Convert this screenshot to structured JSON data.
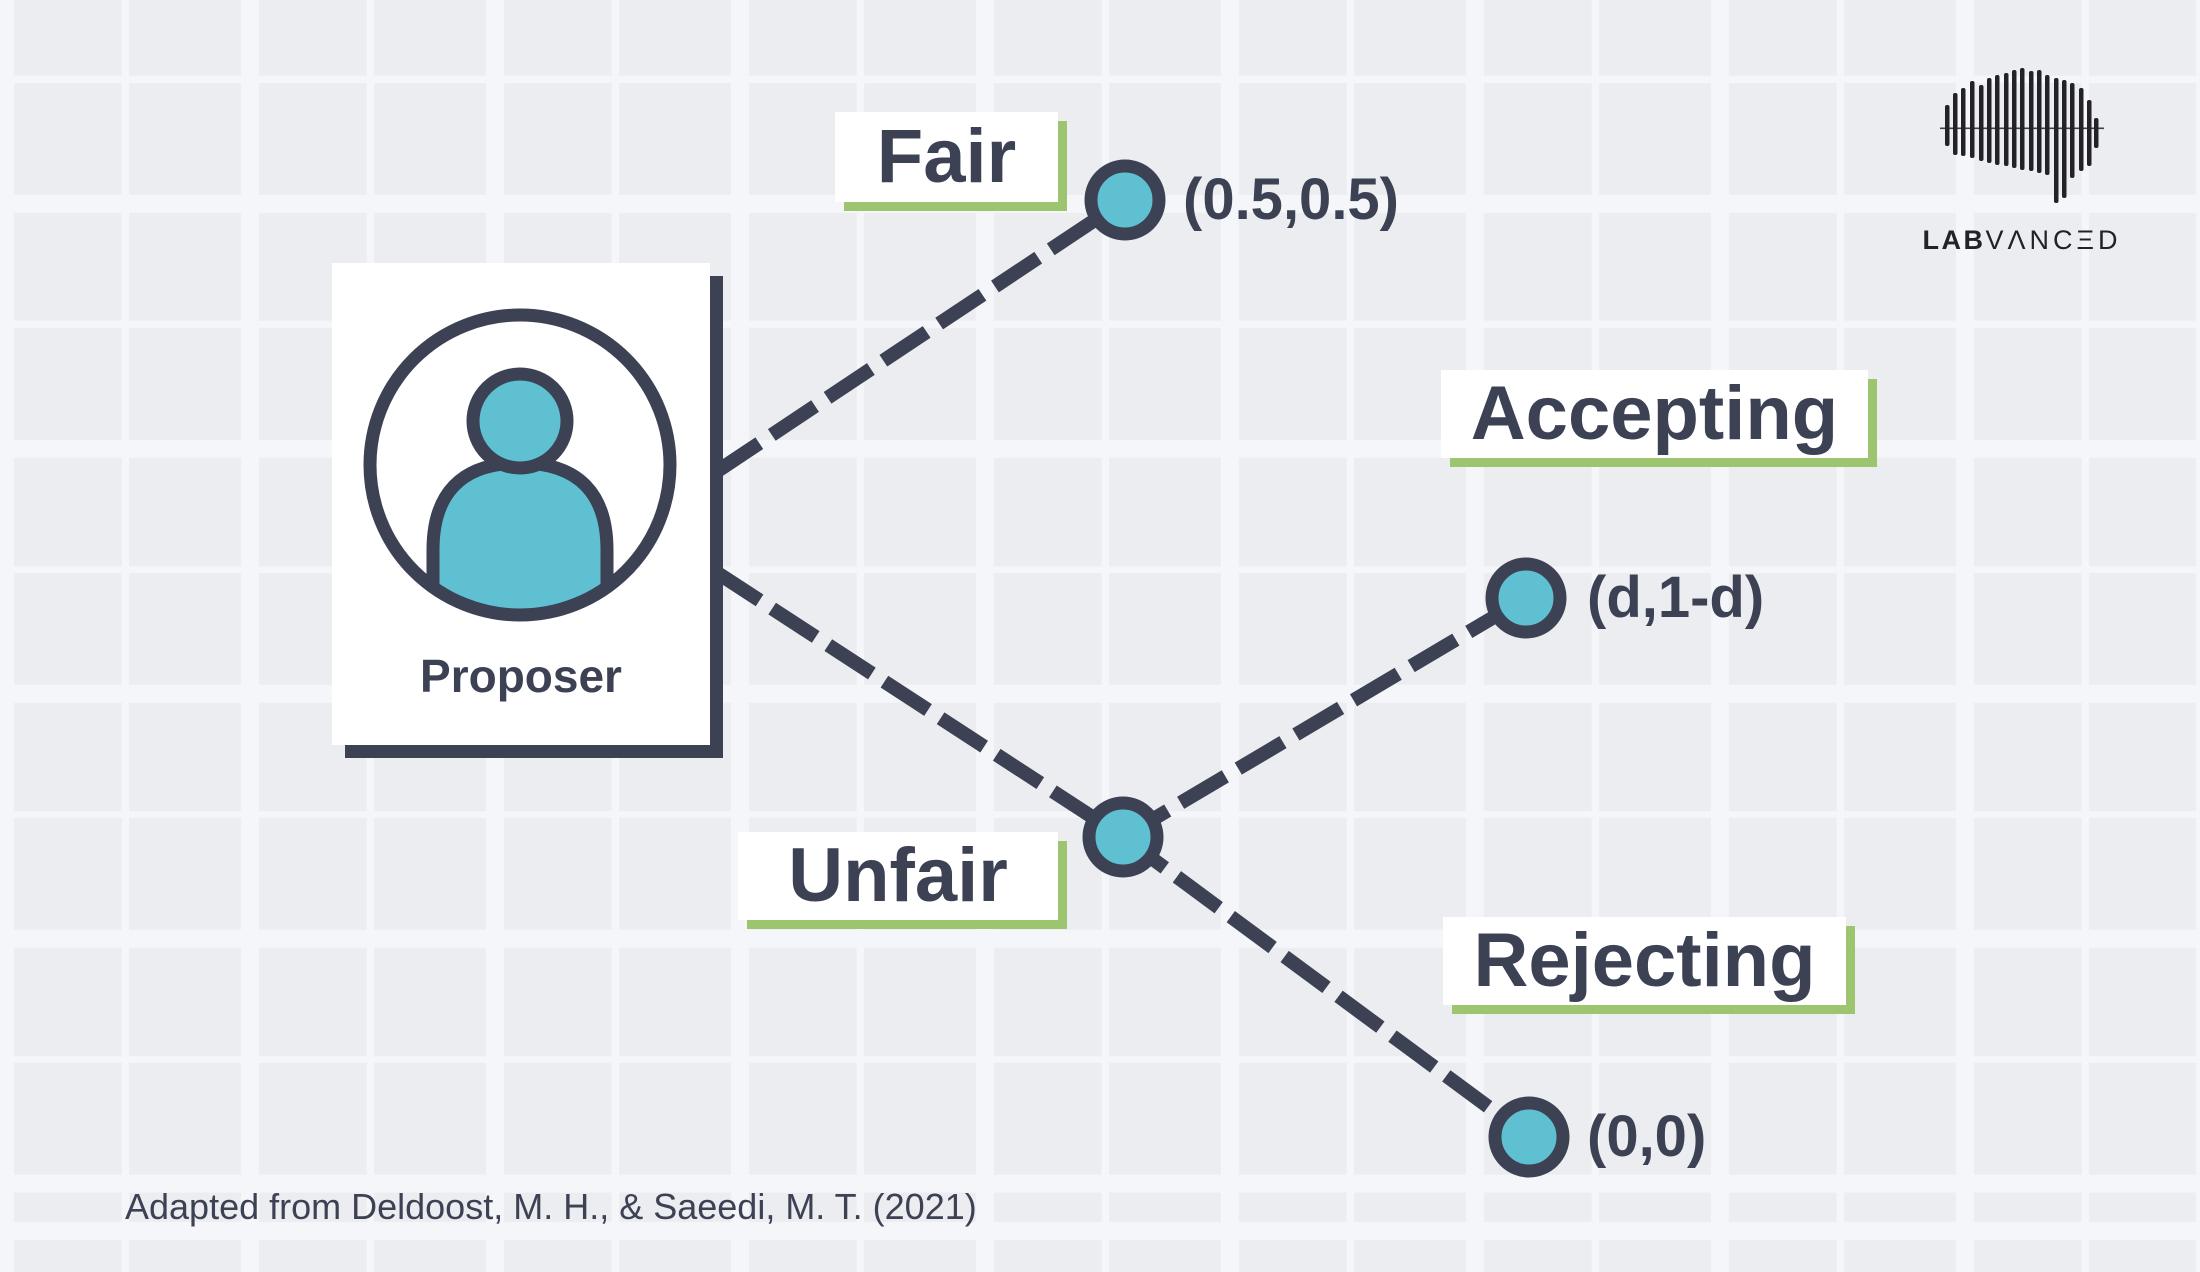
{
  "palette": {
    "dark_navy": "#3d4154",
    "teal": "#5fc0d2",
    "green": "#9dc46e",
    "grid_square": "#ebedf0",
    "grid_line": "#f5f6fa",
    "white": "#ffffff",
    "logo_ink": "#222228"
  },
  "card": {
    "label": "Proposer"
  },
  "tree": {
    "branch_labels": {
      "fair": "Fair",
      "unfair": "Unfair"
    },
    "response_labels": {
      "accepting": "Accepting",
      "rejecting": "Rejecting"
    },
    "payoffs": {
      "fair": "(0.5,0.5)",
      "accepting": "(d,1-d)",
      "rejecting": "(0,0)"
    }
  },
  "citation": "Adapted from Deldoost, M. H., & Saeedi, M. T. (2021)",
  "logo": {
    "brand_bold": "LAB",
    "brand_light": "VΛNCΞD"
  }
}
